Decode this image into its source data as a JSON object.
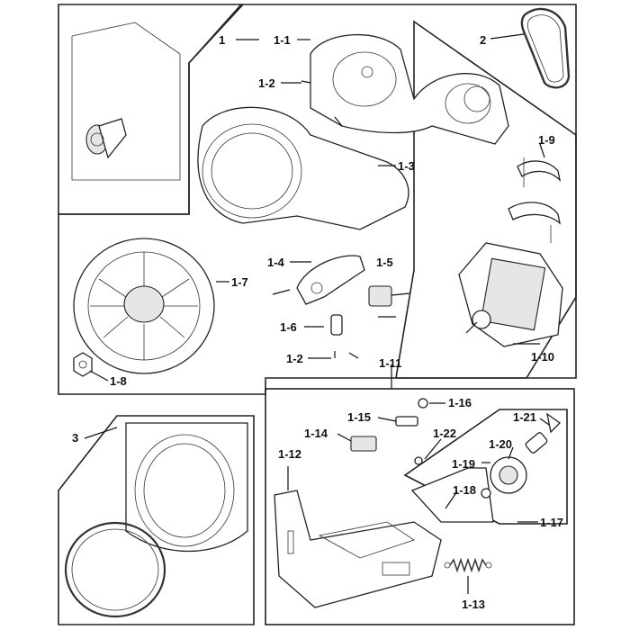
{
  "labels": {
    "p1": "1",
    "p1_1": "1-1",
    "p1_2a": "1-2",
    "p1_3": "1-3",
    "p1_4": "1-4",
    "p1_5": "1-5",
    "p1_6": "1-6",
    "p1_2b": "1-2",
    "p1_7": "1-7",
    "p1_8": "1-8",
    "p1_9": "1-9",
    "p1_10": "1-10",
    "p1_11": "1-11",
    "p1_12": "1-12",
    "p1_13": "1-13",
    "p1_14": "1-14",
    "p1_15": "1-15",
    "p1_16": "1-16",
    "p1_17": "1-17",
    "p1_18": "1-18",
    "p1_19": "1-19",
    "p1_20": "1-20",
    "p1_21": "1-21",
    "p1_22": "1-22",
    "p2": "2",
    "p3": "3"
  }
}
